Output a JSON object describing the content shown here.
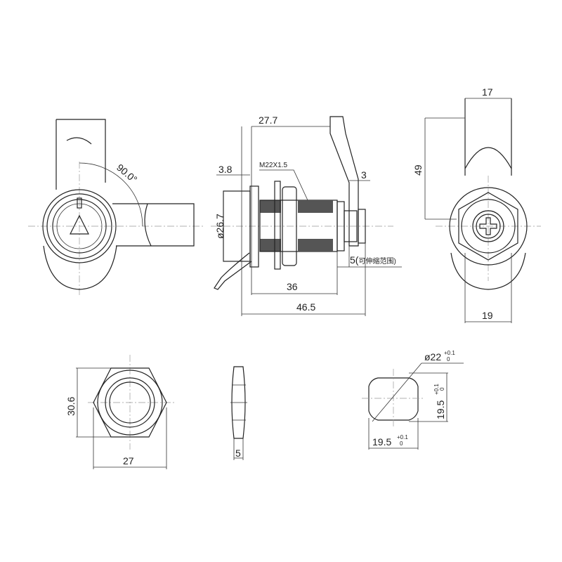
{
  "drawing": {
    "front_view": {
      "angle_label": "90.0°"
    },
    "side_view": {
      "overall_label": "27.7",
      "flange_label": "3.8",
      "thread_label": "M22X1.5",
      "cam_thickness_label": "3",
      "diameter_label": "ø26.7",
      "adjust_label": "5(",
      "adjust_note": "可伸缩范围)",
      "body_length_label": "36",
      "total_length_label": "46.5"
    },
    "back_view": {
      "width_label": "17",
      "height_label": "49",
      "bottom_label": "19"
    },
    "hex_nut": {
      "height_label": "30.6",
      "width_label": "27"
    },
    "nut_side": {
      "thickness_label": "5"
    },
    "panel_cutout": {
      "diameter_label": "ø22",
      "diameter_tol_upper": "+0.1",
      "diameter_tol_lower": "0",
      "width_label": "19.5",
      "width_tol_upper": "+0.1",
      "width_tol_lower": "0",
      "height_label": "19.5",
      "height_tol_upper": "+0.1",
      "height_tol_lower": "0"
    }
  }
}
